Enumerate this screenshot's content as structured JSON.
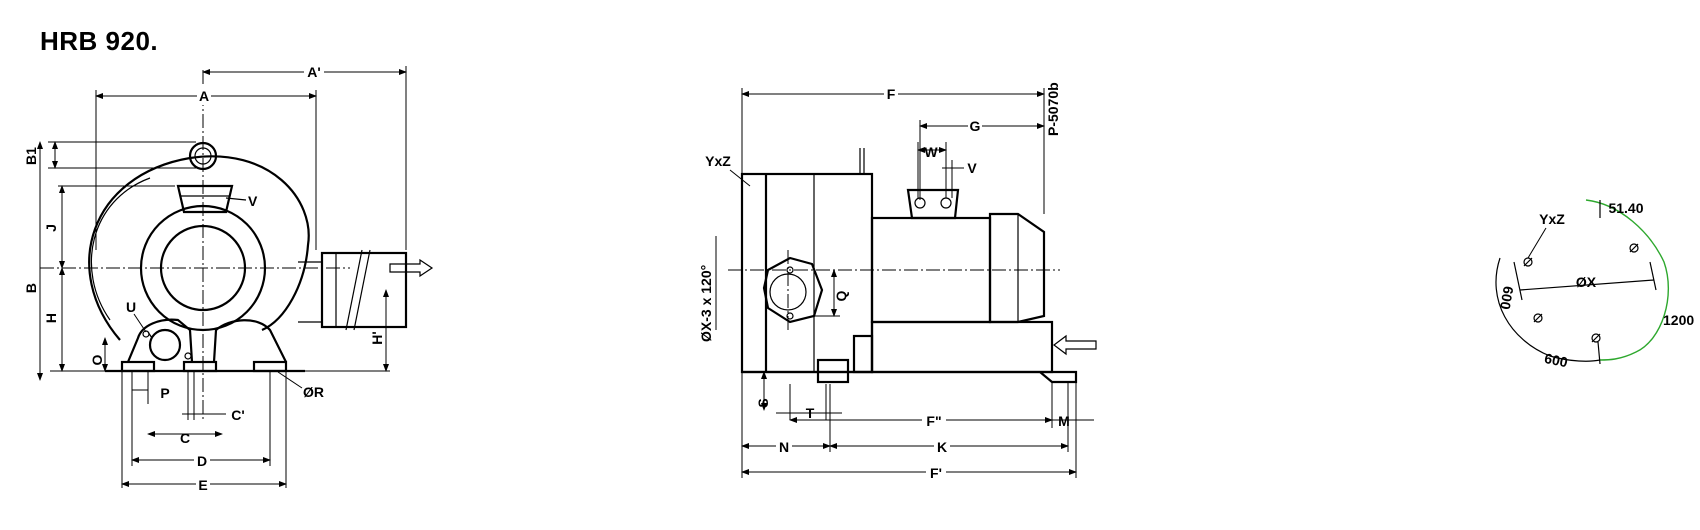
{
  "title": "HRB 920.",
  "front_view": {
    "labels": {
      "A_prime": "A'",
      "A": "A",
      "B1": "B1",
      "B": "B",
      "J": "J",
      "H": "H",
      "O": "O",
      "H_prime": "H'",
      "V": "V",
      "U": "U",
      "P": "P",
      "C_prime": "C'",
      "C": "C",
      "D": "D",
      "E": "E",
      "OR": "ØR"
    }
  },
  "side_view": {
    "labels": {
      "F": "F",
      "G": "G",
      "W": "W",
      "V": "V",
      "YxZ": "YxZ",
      "flange": "ØX-3  x 120°",
      "Q": "Q",
      "S": "S",
      "T": "T",
      "F_dbl": "F\"",
      "M": "M",
      "N": "N",
      "K": "K",
      "F_prime": "F'",
      "code": "P-5070b"
    }
  },
  "flange_view": {
    "labels": {
      "YxZ": "YxZ",
      "angle": "51.40",
      "OX": "ØX",
      "d600_left": "600",
      "d600_bottom": "600",
      "d1200": "1200"
    }
  }
}
